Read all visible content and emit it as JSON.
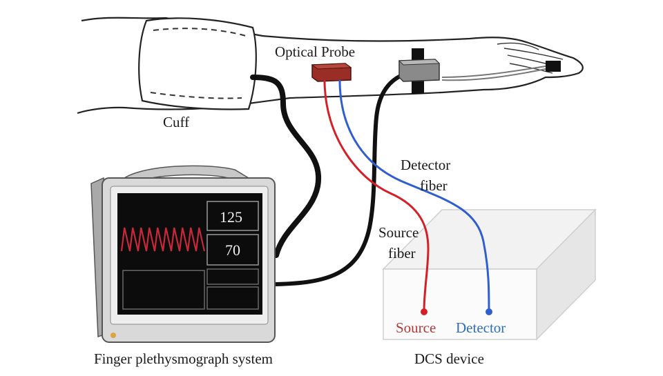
{
  "labels": {
    "cuff": "Cuff",
    "optical_probe": "Optical Probe",
    "detector_fiber_line1": "Detector",
    "detector_fiber_line2": "fiber",
    "source_fiber_line1": "Source",
    "source_fiber_line2": "fiber",
    "source_port": "Source",
    "detector_port": "Detector",
    "monitor_caption": "Finger plethysmograph system",
    "device_caption": "DCS device"
  },
  "monitor": {
    "readout_top": "125",
    "readout_bottom": "70"
  },
  "colors": {
    "source_fiber": "#d41f26",
    "detector_fiber": "#2f5fcf",
    "probe": "#9a2e26",
    "source_text": "#b03a3a",
    "detector_text": "#2f6fb8",
    "waveform": "#c8283a",
    "screen": "#0c0c0c"
  }
}
